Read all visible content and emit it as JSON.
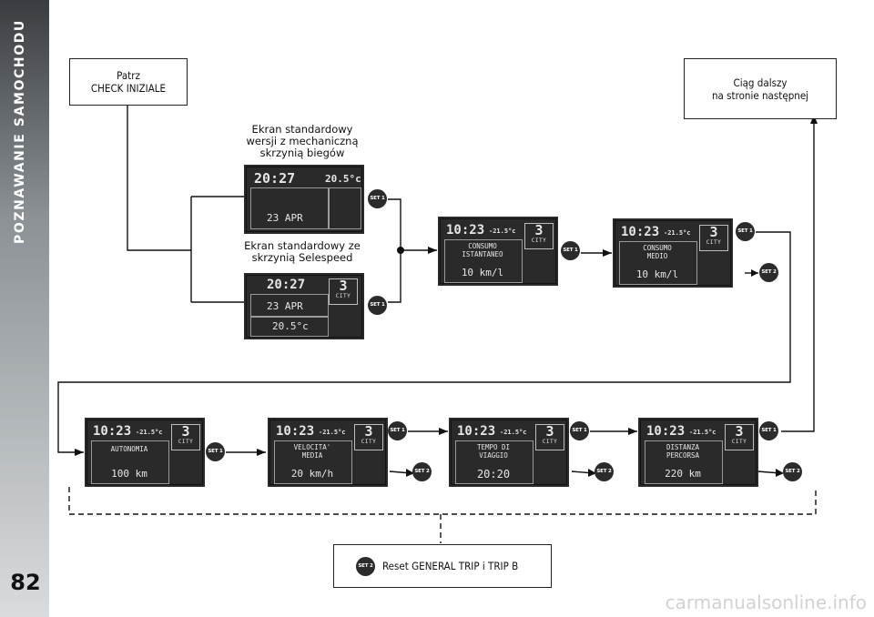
{
  "sidebar": {
    "title": "POZNAWANIE SAMOCHODU",
    "page_number": "82"
  },
  "watermark": "carmanualsonline.info",
  "boxes": {
    "check": [
      "Patrz",
      "CHECK INIZIALE"
    ],
    "continued": [
      "Ciąg dalszy",
      "na stronie następnej"
    ],
    "reset": "Reset GENERAL TRIP i TRIP B"
  },
  "captions": {
    "mechanical": [
      "Ekran standardowy",
      "wersji z mechaniczną",
      "skrzynią biegów"
    ],
    "selespeed": [
      "Ekran standardowy ze",
      "skrzynią Selespeed"
    ]
  },
  "buttons": {
    "set1": "SET 1",
    "set2": "SET 2"
  },
  "std_mech": {
    "time": "20:27",
    "temp": "20.5°c",
    "date": "23 APR"
  },
  "std_sele": {
    "time": "20:27",
    "gear": "3",
    "mode": "CITY",
    "date": "23 APR",
    "temp": "20.5°c"
  },
  "screens": {
    "header_time": "10:23",
    "header_temp": "-21.5°c",
    "gear": "3",
    "mode": "CITY",
    "items": [
      {
        "l1": "CONSUMO",
        "l2": "ISTANTANEO",
        "value": "10 km/l"
      },
      {
        "l1": "CONSUMO",
        "l2": "MEDIO",
        "value": "10 km/l"
      },
      {
        "l1": "AUTONOMIA",
        "l2": "",
        "value": "100 km"
      },
      {
        "l1": "VELOCITA'",
        "l2": "MEDIA",
        "value": "20 km/h"
      },
      {
        "l1": "TEMPO DI",
        "l2": "VIAGGIO",
        "value": "20:20"
      },
      {
        "l1": "DISTANZA",
        "l2": "PERCORSA",
        "value": "220 km"
      }
    ]
  }
}
